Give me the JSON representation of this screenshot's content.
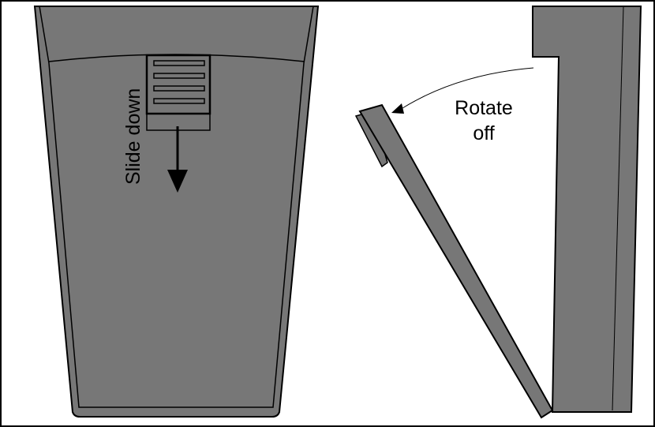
{
  "labels": {
    "slide": "Slide down",
    "rotate_line1": "Rotate",
    "rotate_line2": "off"
  },
  "colors": {
    "body_fill": "#777777",
    "outline": "#000000",
    "background": "#ffffff",
    "edge_line": "#555555"
  }
}
